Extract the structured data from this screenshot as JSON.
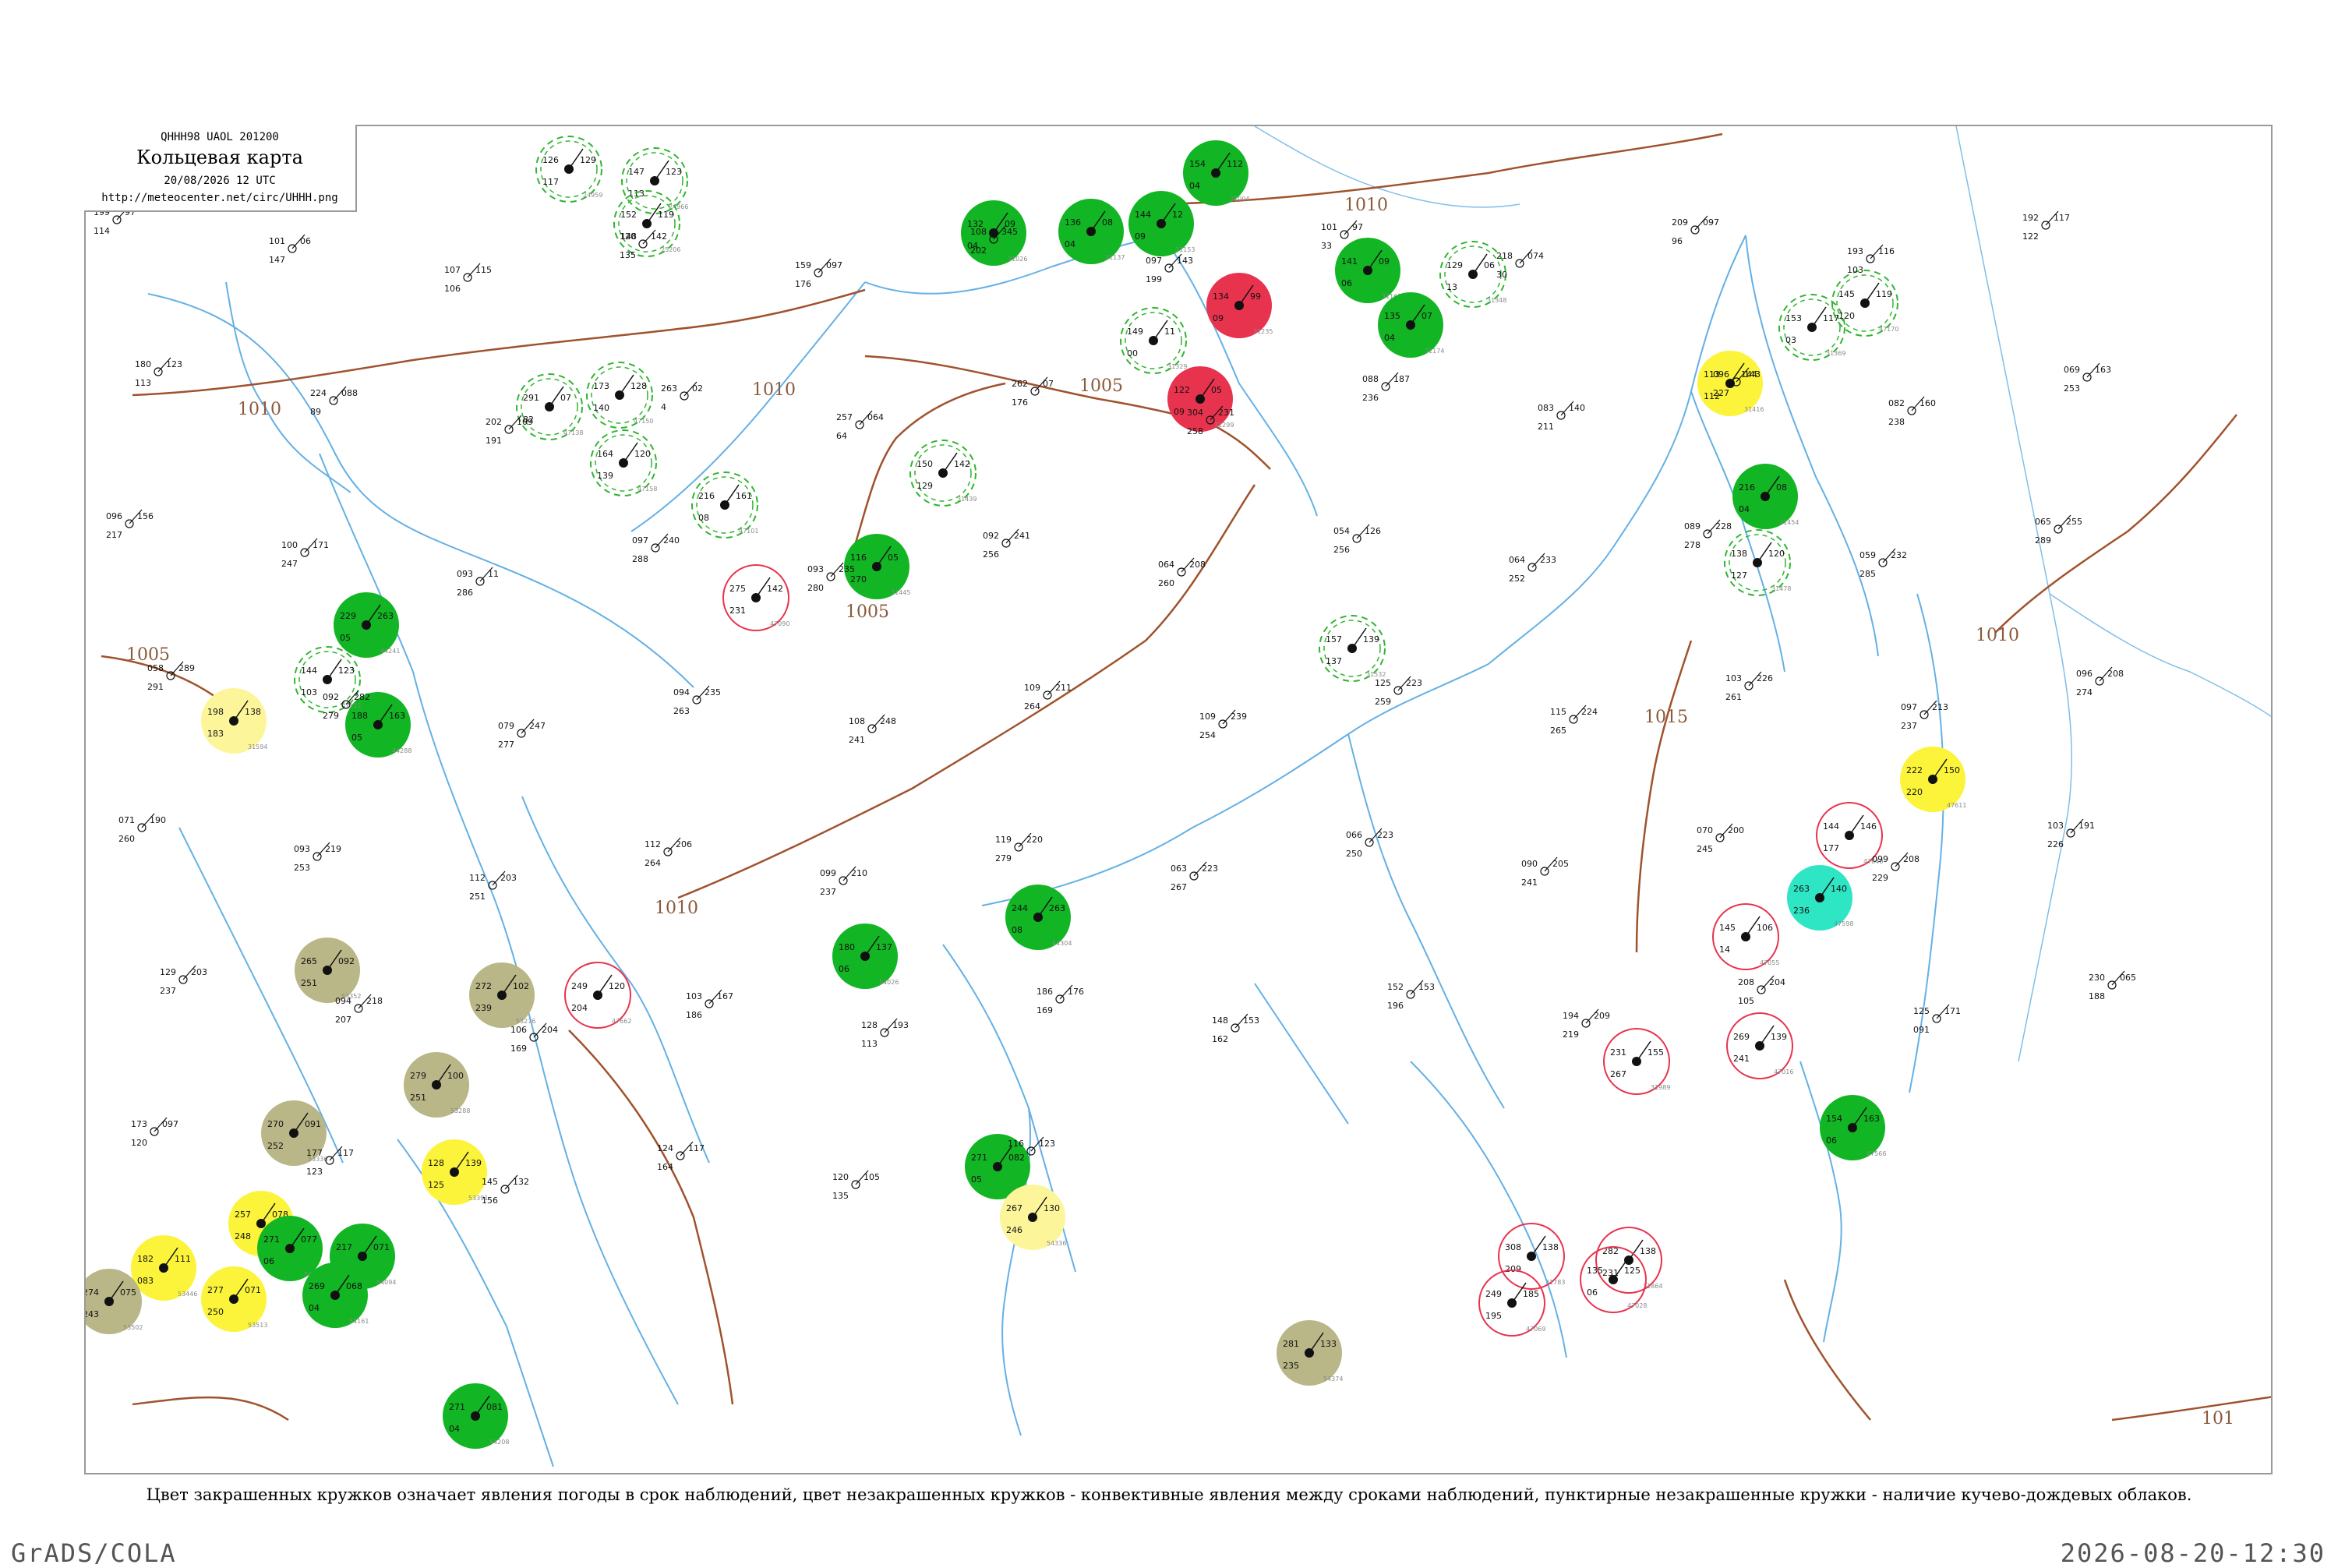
{
  "header": {
    "code": "QHHH98 UAOL 201200",
    "title": "Кольцевая карта",
    "date": "20/08/2026 12 UTC",
    "url": "http://meteocenter.net/circ/UHHH.png"
  },
  "legend_caption": "Цвет закрашенных кружков означает явления погоды в срок наблюдений, цвет незакрашенных кружков - конвективные явления между сроками наблюдений, пунктирные незакрашенные кружки - наличие кучево-дождевых облаков.",
  "footer": {
    "left": "GrADS/COLA",
    "right": "2026-08-20-12:30"
  },
  "colors": {
    "isobar": "#a0522d",
    "river": "#4aa3e0",
    "rain": "#12b523",
    "cb_dashed": "#2fb52f",
    "thunder": "#e8334f",
    "drizzle_yellow": "#fbf43a",
    "fog_olive": "#b9b687",
    "shower_cyan": "#2ee6c4",
    "frame": "#9a9a9a"
  },
  "isobars": [
    {
      "label": "1010"
    },
    {
      "label": "1010"
    },
    {
      "label": "1005"
    },
    {
      "label": "1005"
    },
    {
      "label": "1010"
    },
    {
      "label": "1015"
    },
    {
      "label": "1010"
    },
    {
      "label": "1005"
    },
    {
      "label": "1010"
    },
    {
      "label": "101"
    }
  ],
  "stations": [
    {
      "id": "24959",
      "kind": "dashed_green",
      "values": [
        "126",
        "129",
        "117"
      ]
    },
    {
      "id": "24966",
      "kind": "dashed_green",
      "values": [
        "147",
        "123",
        "113"
      ]
    },
    {
      "id": "25206",
      "kind": "dashed_green",
      "values": [
        "152",
        "119",
        "148"
      ]
    },
    {
      "id": "31004",
      "kind": "filled_green",
      "values": [
        "154",
        "112",
        "04"
      ]
    },
    {
      "id": "31026",
      "kind": "filled_green",
      "values": [
        "132",
        "09",
        "04"
      ]
    },
    {
      "id": "31137",
      "kind": "filled_green",
      "values": [
        "136",
        "08",
        "04"
      ]
    },
    {
      "id": "31153",
      "kind": "filled_green",
      "values": [
        "144",
        "12",
        "09"
      ]
    },
    {
      "id": "31168",
      "kind": "filled_green",
      "values": [
        "141",
        "09",
        "06"
      ]
    },
    {
      "id": "31174",
      "kind": "filled_green",
      "values": [
        "135",
        "07",
        "04"
      ]
    },
    {
      "id": "31235",
      "kind": "filled_red",
      "values": [
        "134",
        "99",
        "09"
      ]
    },
    {
      "id": "31299",
      "kind": "filled_red",
      "values": [
        "122",
        "05",
        "09"
      ]
    },
    {
      "id": "31329",
      "kind": "dashed_green",
      "values": [
        "149",
        "11",
        "00"
      ]
    },
    {
      "id": "31348",
      "kind": "dashed_green",
      "values": [
        "129",
        "06",
        "13"
      ]
    },
    {
      "id": "31369",
      "kind": "dashed_green",
      "values": [
        "153",
        "117",
        "03"
      ]
    },
    {
      "id": "31416",
      "kind": "filled_yellow",
      "values": [
        "113",
        "144",
        "112"
      ]
    },
    {
      "id": "31439",
      "kind": "dashed_green",
      "values": [
        "150",
        "142",
        "129"
      ]
    },
    {
      "id": "31445",
      "kind": "filled_green",
      "values": [
        "116",
        "05",
        "270"
      ]
    },
    {
      "id": "31454",
      "kind": "filled_green",
      "values": [
        "216",
        "08",
        "04"
      ]
    },
    {
      "id": "31478",
      "kind": "dashed_green",
      "values": [
        "138",
        "120",
        "127"
      ]
    },
    {
      "id": "31532",
      "kind": "dashed_green",
      "values": [
        "157",
        "139",
        "137"
      ]
    },
    {
      "id": "31594",
      "kind": "filled_yellow_light",
      "values": [
        "198",
        "138",
        "183"
      ]
    },
    {
      "id": "44241",
      "kind": "filled_green",
      "values": [
        "229",
        "263",
        "05"
      ]
    },
    {
      "id": "44288",
      "kind": "filled_green",
      "values": [
        "188",
        "163",
        "05"
      ]
    },
    {
      "id": "44304",
      "kind": "filled_green",
      "values": [
        "244",
        "263",
        "08"
      ]
    },
    {
      "id": "47566",
      "kind": "filled_green",
      "values": [
        "154",
        "163",
        "06"
      ]
    },
    {
      "id": "47598",
      "kind": "filled_cyan",
      "values": [
        "263",
        "140",
        "236"
      ]
    },
    {
      "id": "47611",
      "kind": "filled_yellow",
      "values": [
        "222",
        "150",
        "220"
      ]
    },
    {
      "id": "47640",
      "kind": "open_red",
      "values": [
        "144",
        "146",
        "177"
      ]
    },
    {
      "id": "47662",
      "kind": "open_red",
      "values": [
        "249",
        "120",
        "204"
      ]
    },
    {
      "id": "53276",
      "kind": "filled_olive",
      "values": [
        "272",
        "102",
        "239"
      ]
    },
    {
      "id": "53288",
      "kind": "filled_olive",
      "values": [
        "279",
        "100",
        "251"
      ]
    },
    {
      "id": "53336",
      "kind": "filled_olive",
      "values": [
        "270",
        "091",
        "252"
      ]
    },
    {
      "id": "53352",
      "kind": "filled_olive",
      "values": [
        "265",
        "092",
        "251"
      ]
    },
    {
      "id": "53391",
      "kind": "filled_yellow",
      "values": [
        "128",
        "139",
        "125"
      ]
    },
    {
      "id": "53446",
      "kind": "filled_yellow",
      "values": [
        "182",
        "111",
        "083"
      ]
    },
    {
      "id": "53502",
      "kind": "filled_olive",
      "values": [
        "274",
        "075",
        "243"
      ]
    },
    {
      "id": "53513",
      "kind": "filled_yellow",
      "values": [
        "277",
        "071",
        "250"
      ]
    },
    {
      "id": "53529",
      "kind": "filled_yellow",
      "values": [
        "257",
        "078",
        "248"
      ]
    },
    {
      "id": "54026",
      "kind": "filled_green",
      "values": [
        "180",
        "137",
        "06"
      ]
    },
    {
      "id": "54094",
      "kind": "filled_green",
      "values": [
        "217",
        "071",
        "06"
      ]
    },
    {
      "id": "54157",
      "kind": "filled_green",
      "values": [
        "271",
        "077",
        "06"
      ]
    },
    {
      "id": "54161",
      "kind": "filled_green",
      "values": [
        "269",
        "068",
        "04"
      ]
    },
    {
      "id": "54208",
      "kind": "filled_green",
      "values": [
        "271",
        "081",
        "04"
      ]
    },
    {
      "id": "54292",
      "kind": "filled_green",
      "values": [
        "271",
        "082",
        "05"
      ]
    },
    {
      "id": "54336",
      "kind": "filled_yellow_light",
      "values": [
        "267",
        "130",
        "246"
      ]
    },
    {
      "id": "54374",
      "kind": "filled_olive",
      "values": [
        "281",
        "133",
        "235"
      ]
    },
    {
      "id": "31783",
      "kind": "open_red",
      "values": [
        "308",
        "138",
        "209"
      ]
    },
    {
      "id": "31864",
      "kind": "open_red",
      "values": [
        "282",
        "138",
        "231"
      ]
    },
    {
      "id": "31989",
      "kind": "open_red",
      "values": [
        "231",
        "155",
        "267"
      ]
    },
    {
      "id": "47016",
      "kind": "open_red",
      "values": [
        "269",
        "139",
        "241"
      ]
    },
    {
      "id": "47028",
      "kind": "open_red",
      "values": [
        "135",
        "125",
        "06"
      ]
    },
    {
      "id": "47055",
      "kind": "open_red",
      "values": [
        "145",
        "106",
        "14"
      ]
    },
    {
      "id": "47069",
      "kind": "open_red",
      "values": [
        "249",
        "185",
        "195"
      ]
    },
    {
      "id": "47090",
      "kind": "open_red",
      "values": [
        "275",
        "142",
        "231"
      ]
    },
    {
      "id": "47101",
      "kind": "dashed_green",
      "values": [
        "216",
        "161",
        "08"
      ]
    },
    {
      "id": "47112",
      "kind": "dashed_green",
      "values": [
        "144",
        "123",
        "103"
      ]
    },
    {
      "id": "47138",
      "kind": "dashed_green",
      "values": [
        "291",
        "07",
        "82"
      ]
    },
    {
      "id": "47150",
      "kind": "dashed_green",
      "values": [
        "173",
        "128",
        "140"
      ]
    },
    {
      "id": "47158",
      "kind": "dashed_green",
      "values": [
        "164",
        "120",
        "139"
      ]
    },
    {
      "id": "47170",
      "kind": "dashed_green",
      "values": [
        "145",
        "119",
        "120"
      ]
    }
  ],
  "plain_values": [
    "199",
    "97",
    "114",
    "101",
    "06",
    "147",
    "107",
    "115",
    "106",
    "120",
    "142",
    "135",
    "159",
    "097",
    "176",
    "108",
    "345",
    "202",
    "097",
    "143",
    "199",
    "101",
    "97",
    "33",
    "218",
    "074",
    "30",
    "209",
    "097",
    "96",
    "193",
    "116",
    "103",
    "192",
    "117",
    "122",
    "180",
    "123",
    "113",
    "224",
    "088",
    "89",
    "202",
    "109",
    "191",
    "263",
    "02",
    "4",
    "257",
    "064",
    "64",
    "262",
    "07",
    "176",
    "304",
    "231",
    "258",
    "088",
    "187",
    "236",
    "083",
    "140",
    "211",
    "096",
    "143",
    "227",
    "082",
    "160",
    "238",
    "069",
    "163",
    "253",
    "096",
    "156",
    "217",
    "100",
    "171",
    "247",
    "093",
    "11",
    "286",
    "097",
    "240",
    "288",
    "093",
    "235",
    "280",
    "092",
    "241",
    "256",
    "064",
    "208",
    "260",
    "054",
    "126",
    "256",
    "064",
    "233",
    "252",
    "089",
    "228",
    "278",
    "059",
    "232",
    "285",
    "065",
    "255",
    "289",
    "058",
    "289",
    "291",
    "092",
    "282",
    "279",
    "079",
    "247",
    "277",
    "094",
    "235",
    "263",
    "108",
    "248",
    "241",
    "109",
    "211",
    "264",
    "109",
    "239",
    "254",
    "125",
    "223",
    "259",
    "115",
    "224",
    "265",
    "103",
    "226",
    "261",
    "097",
    "213",
    "237",
    "096",
    "208",
    "274",
    "071",
    "190",
    "260",
    "093",
    "219",
    "253",
    "112",
    "203",
    "251",
    "112",
    "206",
    "264",
    "099",
    "210",
    "237",
    "119",
    "220",
    "279",
    "063",
    "223",
    "267",
    "066",
    "223",
    "250",
    "090",
    "205",
    "241",
    "070",
    "200",
    "245",
    "099",
    "208",
    "229",
    "103",
    "191",
    "226",
    "129",
    "203",
    "237",
    "094",
    "218",
    "207",
    "106",
    "204",
    "169",
    "103",
    "167",
    "186",
    "128",
    "193",
    "113",
    "186",
    "176",
    "169",
    "148",
    "153",
    "162",
    "152",
    "153",
    "196",
    "194",
    "209",
    "219",
    "208",
    "204",
    "105",
    "125",
    "171",
    "091",
    "230",
    "065",
    "188",
    "173",
    "097",
    "120",
    "177",
    "117",
    "123",
    "145",
    "132",
    "156",
    "124",
    "117",
    "164",
    "120",
    "105",
    "135",
    "116",
    "123"
  ]
}
